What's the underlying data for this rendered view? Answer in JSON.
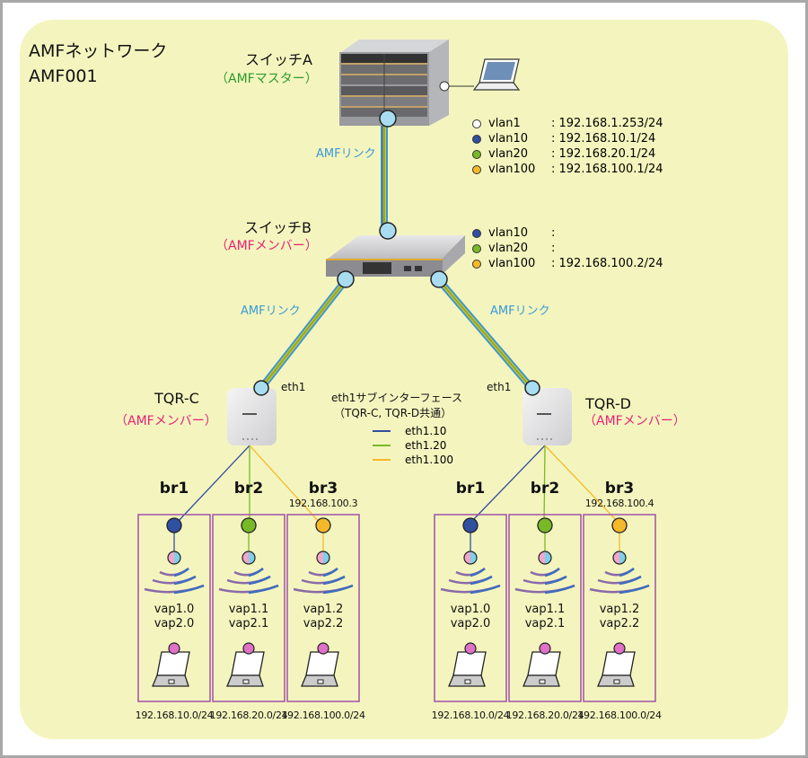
{
  "network": {
    "title_line1": "AMFネットワーク",
    "title_line2": "AMF001"
  },
  "colors": {
    "panel_bg": "#f4f5be",
    "amf_link": "#3a98d8",
    "vlan1": "#ffffff",
    "vlan10": "#2f4fa0",
    "vlan20": "#79b928",
    "vlan100": "#f5b82a",
    "port_node": "#a8dcf0",
    "cell_border": "#a050a8",
    "client_node": "#e070c8"
  },
  "switch_a": {
    "name": "スイッチA",
    "role": "（AMFマスター）",
    "vlans": [
      {
        "name": "vlan1",
        "ip": ": 192.168.1.253/24",
        "color_key": "vlan1"
      },
      {
        "name": "vlan10",
        "ip": ": 192.168.10.1/24",
        "color_key": "vlan10"
      },
      {
        "name": "vlan20",
        "ip": ": 192.168.20.1/24",
        "color_key": "vlan20"
      },
      {
        "name": "vlan100",
        "ip": ": 192.168.100.1/24",
        "color_key": "vlan100"
      }
    ]
  },
  "switch_b": {
    "name": "スイッチB",
    "role": "（AMFメンバー）",
    "vlans": [
      {
        "name": "vlan10",
        "ip": ":",
        "color_key": "vlan10"
      },
      {
        "name": "vlan20",
        "ip": ":",
        "color_key": "vlan20"
      },
      {
        "name": "vlan100",
        "ip": ": 192.168.100.2/24",
        "color_key": "vlan100"
      }
    ]
  },
  "links": {
    "a_b": "AMFリンク",
    "b_c": "AMFリンク",
    "b_d": "AMFリンク"
  },
  "subif_legend": {
    "title": "eth1サブインターフェース",
    "subtitle": "（TQR-C, TQR-D共通）",
    "items": [
      {
        "label": "eth1.10",
        "color_key": "vlan10"
      },
      {
        "label": "eth1.20",
        "color_key": "vlan20"
      },
      {
        "label": "eth1.100",
        "color_key": "vlan100"
      }
    ]
  },
  "aps": [
    {
      "name": "TQR-C",
      "role": "（AMFメンバー）",
      "port": "eth1",
      "bridges": [
        {
          "name": "br1",
          "ip": "",
          "vaps": [
            "vap1.0",
            "vap2.0"
          ],
          "subnet": "192.168.10.0/24",
          "color_key": "vlan10"
        },
        {
          "name": "br2",
          "ip": "",
          "vaps": [
            "vap1.1",
            "vap2.1"
          ],
          "subnet": "192.168.20.0/24",
          "color_key": "vlan20"
        },
        {
          "name": "br3",
          "ip": "192.168.100.3",
          "vaps": [
            "vap1.2",
            "vap2.2"
          ],
          "subnet": "192.168.100.0/24",
          "color_key": "vlan100"
        }
      ]
    },
    {
      "name": "TQR-D",
      "role": "（AMFメンバー）",
      "port": "eth1",
      "bridges": [
        {
          "name": "br1",
          "ip": "",
          "vaps": [
            "vap1.0",
            "vap2.0"
          ],
          "subnet": "192.168.10.0/24",
          "color_key": "vlan10"
        },
        {
          "name": "br2",
          "ip": "",
          "vaps": [
            "vap1.1",
            "vap2.1"
          ],
          "subnet": "192.168.20.0/24",
          "color_key": "vlan20"
        },
        {
          "name": "br3",
          "ip": "192.168.100.4",
          "vaps": [
            "vap1.2",
            "vap2.2"
          ],
          "subnet": "192.168.100.0/24",
          "color_key": "vlan100"
        }
      ]
    }
  ]
}
